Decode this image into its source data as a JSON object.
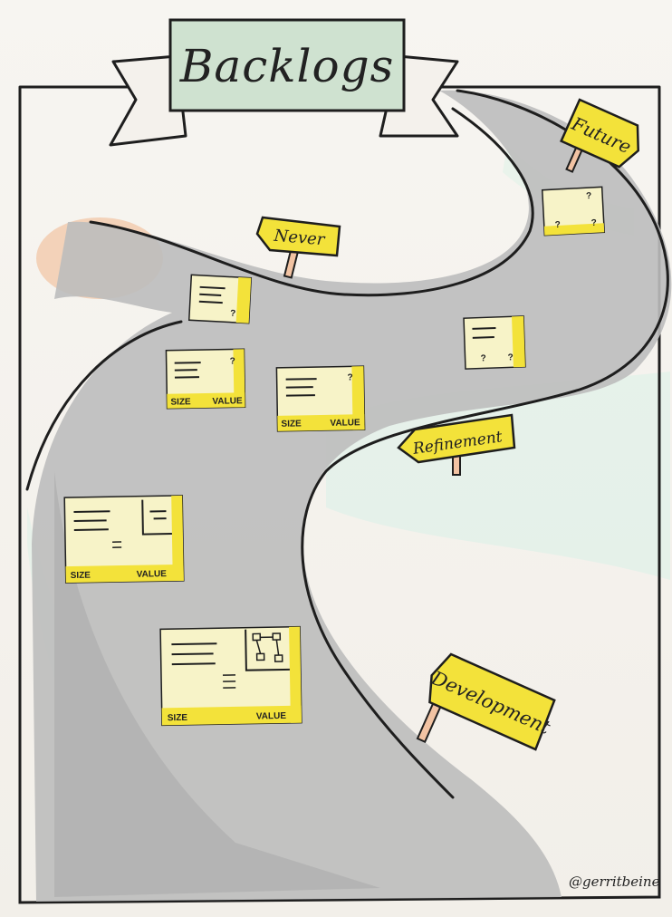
{
  "title": "Backlogs",
  "signs": {
    "future": "Future",
    "never": "Never",
    "refinement": "Refinement",
    "development": "Development"
  },
  "card_labels": {
    "size": "SIZE",
    "value": "VALUE",
    "question": "?"
  },
  "credit": "@gerritbeine",
  "colors": {
    "paper": "#f4f1ec",
    "road": "#bdbdbd",
    "sticky_yellow": "#f3e23a",
    "sticky_pale": "#f7f3c8",
    "banner_green": "#cfe2d0",
    "water_mint": "#d7efe6",
    "peach": "#f2c3a3",
    "ink": "#222222"
  }
}
